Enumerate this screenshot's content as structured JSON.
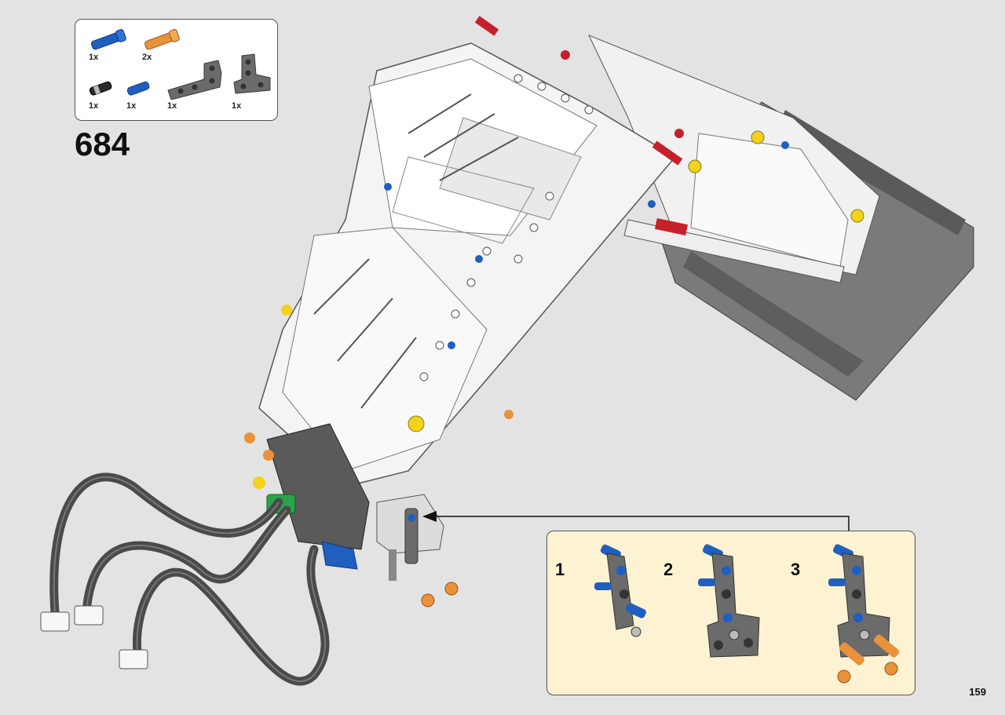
{
  "parts_list": {
    "items": [
      {
        "name": "blue-axle-pin",
        "qty": "1x",
        "color": "#1f5fbf"
      },
      {
        "name": "orange-axle-pin",
        "qty": "2x",
        "color": "#e8923a"
      },
      {
        "name": "black-pin",
        "qty": "1x",
        "color": "#2a2a2a"
      },
      {
        "name": "blue-pin",
        "qty": "1x",
        "color": "#1f5fbf"
      },
      {
        "name": "dark-gray-beam-3x2",
        "qty": "1x",
        "color": "#6b6b6b"
      },
      {
        "name": "dark-gray-t-beam",
        "qty": "1x",
        "color": "#6b6b6b"
      }
    ]
  },
  "step": {
    "number": "684"
  },
  "callout": {
    "sub_steps": [
      {
        "number": "1"
      },
      {
        "number": "2"
      },
      {
        "number": "3"
      }
    ]
  },
  "page": {
    "number": "159"
  },
  "colors": {
    "background": "#e3e3e3",
    "callout_background": "#fdf3d3",
    "model_white": "#f4f4f4",
    "model_gray": "#6b6b6b",
    "accent_blue": "#1f5fbf",
    "accent_red": "#c8202a",
    "accent_yellow": "#f2d21b",
    "accent_orange": "#e8923a"
  }
}
